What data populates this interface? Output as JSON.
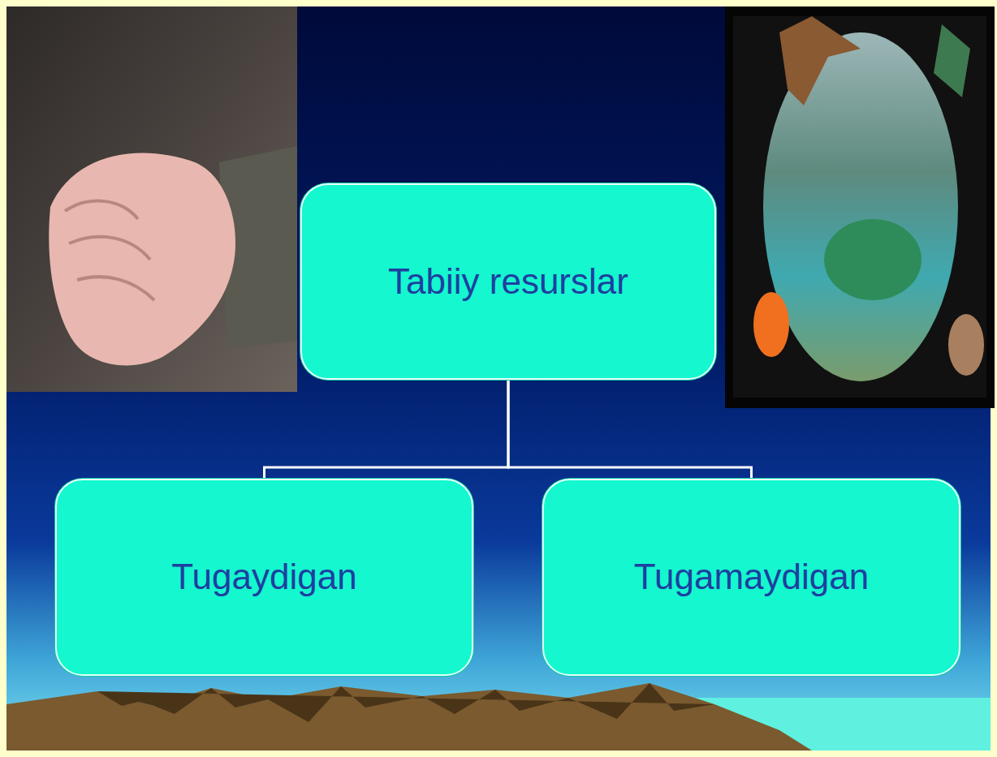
{
  "diagram": {
    "nodes": [
      {
        "text": [
          "Tabiiy resurslar"
        ]
      },
      {
        "text": [
          "Tugaydigan"
        ]
      },
      {
        "text": [
          "Tugamaydigan"
        ]
      }
    ],
    "edges": [
      {
        "from": 0,
        "to": 1,
        "arrow": "none"
      },
      {
        "from": 0,
        "to": 2,
        "arrow": "none"
      }
    ]
  }
}
